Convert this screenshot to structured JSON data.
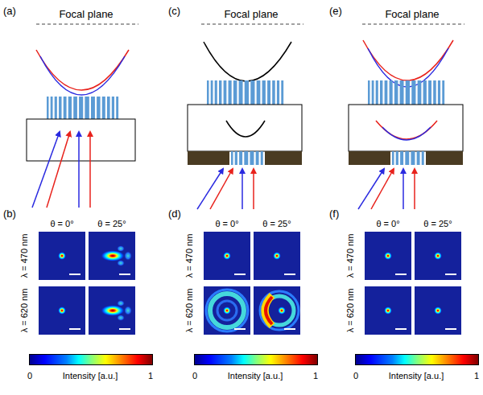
{
  "diagram": {
    "labels": [
      "(a)",
      "Focal plane",
      "(b)",
      "θ = 0°",
      "θ = 25°",
      "λ = 470 nm",
      "λ = 620 nm",
      "0",
      "1",
      "Intensity [a.u.]",
      "(c)",
      "Focal plane",
      "(d)",
      "θ = 0°",
      "θ = 25°",
      "λ = 470 nm",
      "λ = 620 nm",
      "0",
      "1",
      "Intensity [a.u.]",
      "(e)",
      "Focal plane",
      "(f)",
      "θ = 0°",
      "θ = 25°",
      "λ = 470 nm",
      "λ = 620 nm",
      "0",
      "1",
      "Intensity [a.u.]"
    ]
  }
}
